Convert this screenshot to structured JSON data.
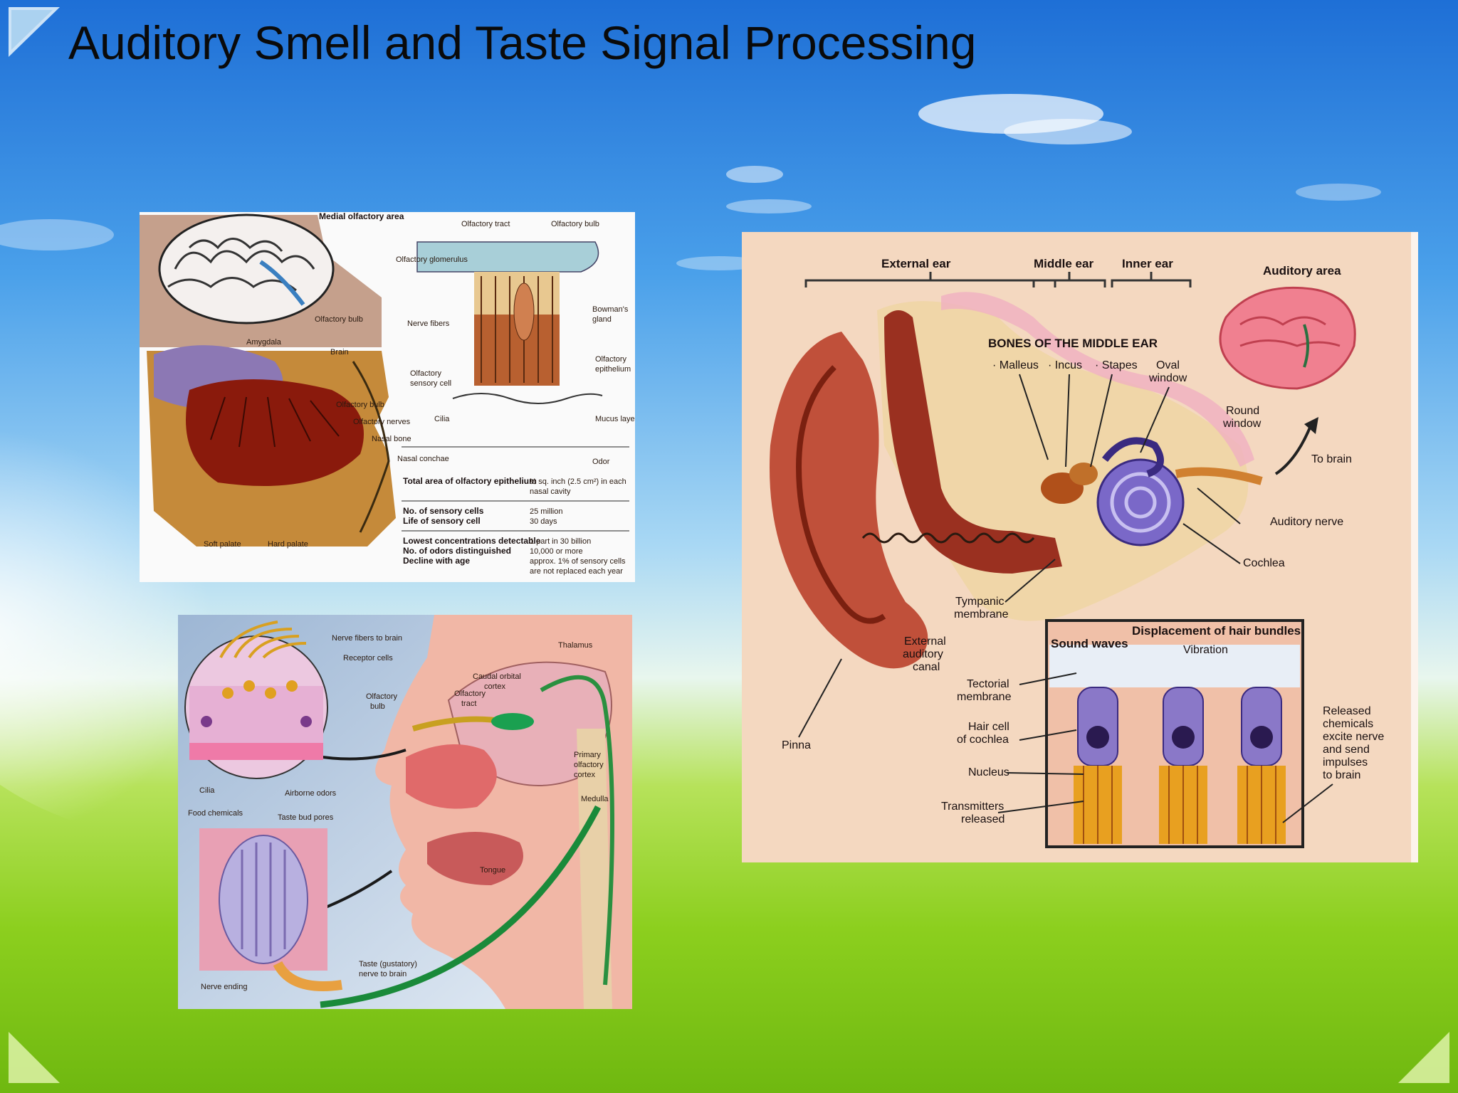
{
  "slide": {
    "title": "Auditory Smell and Taste Signal Processing"
  },
  "olfactory_diagram": {
    "labels": {
      "medial_area": "Medial olfactory area",
      "olfactory_bulb_top": "Olfactory bulb",
      "amygdala": "Amygdala",
      "brain": "Brain",
      "olfactory_bulb": "Olfactory bulb",
      "olfactory_nerves": "Olfactory nerves",
      "nasal_bone": "Nasal bone",
      "nasal_conchae": "Nasal conchae",
      "soft_palate": "Soft palate",
      "hard_palate": "Hard palate",
      "tract": "Olfactory tract",
      "bulb": "Olfactory bulb",
      "glomerulus": "Olfactory glomerulus",
      "nerve_fibers": "Nerve fibers",
      "bowmans_1": "Bowman's",
      "bowmans_2": "gland",
      "sensory_1": "Olfactory",
      "sensory_2": "sensory cell",
      "epithelium_1": "Olfactory",
      "epithelium_2": "epithelium",
      "cilia": "Cilia",
      "mucus": "Mucus layer",
      "odor": "Odor"
    },
    "table": [
      {
        "k": "Total area of olfactory epithelium",
        "v1": "½ sq. inch (2.5 cm²) in each",
        "v2": "nasal cavity"
      },
      {
        "k": "No. of sensory cells",
        "v1": "25 million"
      },
      {
        "k": "Life of sensory cell",
        "v1": "30 days"
      },
      {
        "k": "Lowest concentrations detectable",
        "v1": "1 part in 30 billion"
      },
      {
        "k": "No. of odors distinguished",
        "v1": "10,000 or more"
      },
      {
        "k": "Decline with age",
        "v1": "approx. 1% of sensory cells",
        "v2": "are not replaced each year"
      }
    ]
  },
  "taste_diagram": {
    "labels": {
      "nerve_fibers": "Nerve fibers to brain",
      "receptor": "Receptor cells",
      "bulb_1": "Olfactory",
      "bulb_2": "bulb",
      "cilia": "Cilia",
      "airborne": "Airborne odors",
      "thalamus": "Thalamus",
      "cortex_1": "Caudal orbital",
      "cortex_2": "cortex",
      "tract_1": "Olfactory",
      "tract_2": "tract",
      "primary_1": "Primary",
      "primary_2": "olfactory",
      "primary_3": "cortex",
      "medulla": "Medulla",
      "food": "Food chemicals",
      "pore": "Taste bud pores",
      "tongue": "Tongue",
      "taste_nerve_1": "Taste (gustatory)",
      "taste_nerve_2": "nerve to brain",
      "nerve_ending": "Nerve ending"
    }
  },
  "ear_diagram": {
    "labels": {
      "external": "External ear",
      "middle": "Middle ear",
      "inner": "Inner ear",
      "auditory_area": "Auditory area",
      "bones": "BONES OF THE MIDDLE EAR",
      "malleus": "· Malleus",
      "incus": "· Incus",
      "stapes": "· Stapes",
      "oval_1": "Oval",
      "oval_2": "window",
      "round_1": "Round",
      "round_2": "window",
      "to_brain": "To brain",
      "auditory_nerve": "Auditory nerve",
      "cochlea": "Cochlea",
      "tympanic_1": "Tympanic",
      "tympanic_2": "membrane",
      "canal_1": "External",
      "canal_2": "auditory",
      "canal_3": "canal",
      "pinna": "Pinna",
      "displacement": "Displacement of hair bundles",
      "sound": "Sound waves",
      "vibration": "Vibration",
      "tectorial_1": "Tectorial",
      "tectorial_2": "membrane",
      "haircell_1": "Hair cell",
      "haircell_2": "of cochlea",
      "nucleus": "Nucleus",
      "transmitters_1": "Transmitters",
      "transmitters_2": "released",
      "released_1": "Released",
      "released_2": "chemicals",
      "released_3": "excite nerve",
      "released_4": "and send",
      "released_5": "impulses",
      "released_6": "to brain"
    }
  }
}
